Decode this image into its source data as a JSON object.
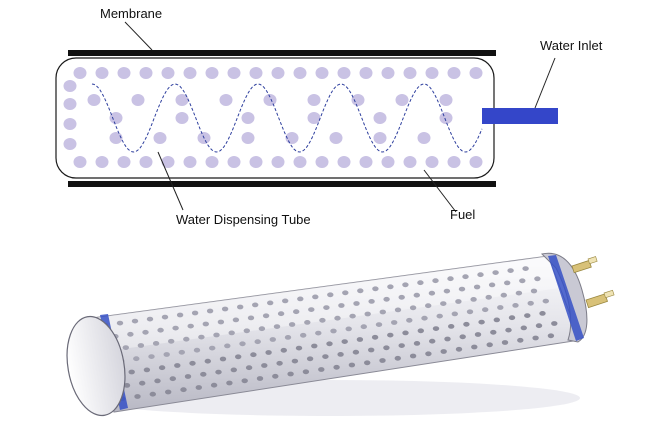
{
  "diagram": {
    "labels": {
      "membrane": "Membrane",
      "water_inlet": "Water Inlet",
      "water_dispensing_tube": "Water Dispensing Tube",
      "fuel": "Fuel"
    },
    "colors": {
      "membrane": "#111111",
      "fuel_particle": "#c9c2e4",
      "inlet_pipe": "#3446c9",
      "tube_line": "#2e3f9e",
      "cartridge_body": "#e9e9ed",
      "cartridge_band": "#3550c6",
      "fitting": "#d8c178"
    },
    "icons": {
      "schematic": "cross-section-schematic",
      "rendering": "perforated-cartridge-3d"
    }
  }
}
